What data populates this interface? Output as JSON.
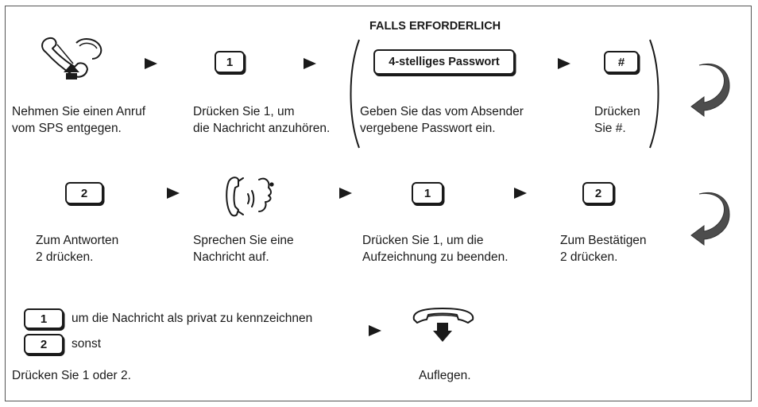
{
  "heading": "FALLS ERFORDERLICH",
  "row1": {
    "step1": {
      "caption_line1": "Nehmen Sie einen Anruf",
      "caption_line2": "vom SPS entgegen."
    },
    "step2": {
      "key": "1",
      "caption_line1": "Drücken Sie 1, um",
      "caption_line2": "die Nachricht anzuhören."
    },
    "step3": {
      "key": "4-stelliges Passwort",
      "caption_line1": "Geben Sie das vom Absender",
      "caption_line2": "vergebene Passwort ein."
    },
    "step4": {
      "key": "#",
      "caption_line1": "Drücken",
      "caption_line2": "Sie #."
    }
  },
  "row2": {
    "step1": {
      "key": "2",
      "caption_line1": "Zum Antworten",
      "caption_line2": "2 drücken."
    },
    "step2": {
      "caption_line1": "Sprechen Sie eine",
      "caption_line2": "Nachricht auf."
    },
    "step3": {
      "key": "1",
      "caption_line1": "Drücken Sie 1, um die",
      "caption_line2": "Aufzeichnung zu beenden."
    },
    "step4": {
      "key": "2",
      "caption_line1": "Zum Bestätigen",
      "caption_line2": "2 drücken."
    }
  },
  "row3": {
    "option1": {
      "key": "1",
      "label": "um die Nachricht als privat zu kennzeichnen"
    },
    "option2": {
      "key": "2",
      "label": "sonst"
    },
    "caption": "Drücken Sie 1 oder 2.",
    "hangup_caption": "Auflegen."
  },
  "icons": [
    "phone-pickup-icon",
    "arrow-right-icon",
    "speaking-person-icon",
    "phone-hangup-icon",
    "curved-return-arrow-icon"
  ]
}
